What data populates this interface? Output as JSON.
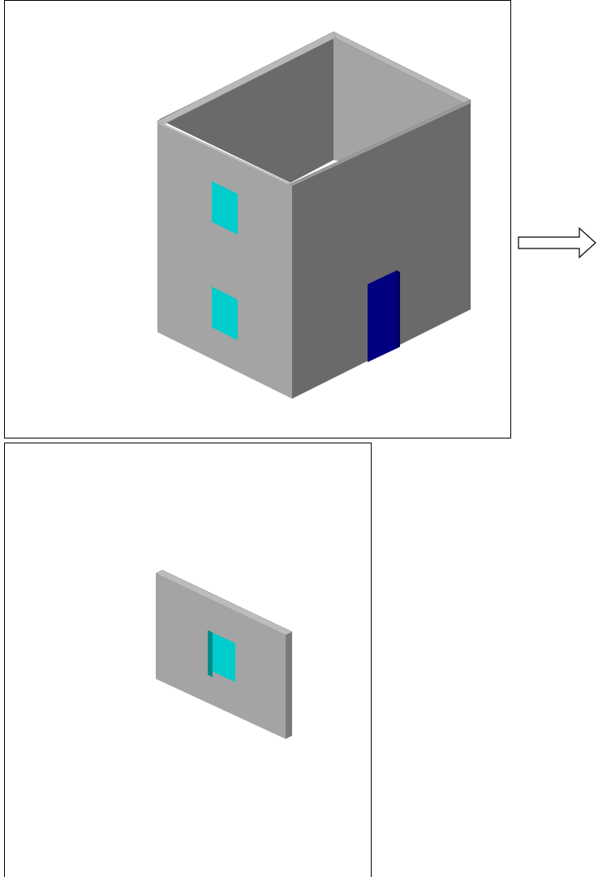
{
  "scene": {
    "colors": {
      "background": "#ffffff",
      "border": "#000000",
      "wall_light": "#a4a4a4",
      "wall_dark": "#6a6a6a",
      "wall_edge": "#b8b8b8",
      "window": "#00cccc",
      "window_shadow": "#008a8a",
      "door": "#000080",
      "door_shadow": "#00005a"
    },
    "top_view": {
      "object": "building",
      "windows": 2,
      "doors": 1
    },
    "bottom_view": {
      "object": "single-wall",
      "windows": 1
    },
    "connector": {
      "icon": "right-arrow-icon"
    }
  }
}
